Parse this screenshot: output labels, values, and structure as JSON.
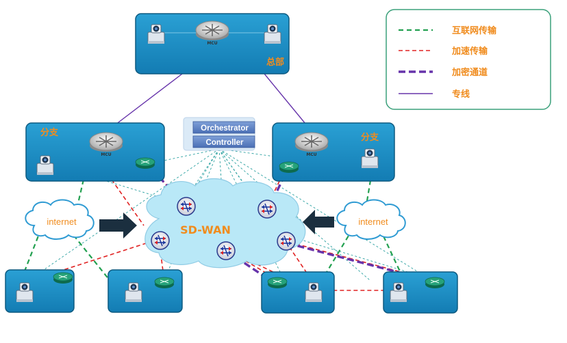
{
  "hq": {
    "label": "总部",
    "mcu_label": "MCU"
  },
  "branch_left": {
    "label": "分支",
    "mcu_label": "MCU"
  },
  "branch_right": {
    "label": "分支",
    "mcu_label": "MCU"
  },
  "orchestrator": {
    "line1": "Orchestrator",
    "line2": "Controller"
  },
  "sdwan": {
    "label": "SD-WAN"
  },
  "internet_left": {
    "label": "internet"
  },
  "internet_right": {
    "label": "internet"
  },
  "legend": {
    "items": [
      {
        "label": "互联网传输",
        "style": "green-dashed",
        "color": "#22a050"
      },
      {
        "label": "加速传输",
        "style": "red-dashed",
        "color": "#e02020"
      },
      {
        "label": "加密通道",
        "style": "purple-thick-dashed",
        "color": "#6633aa"
      },
      {
        "label": "专线",
        "style": "purple-solid",
        "color": "#6633aa"
      }
    ]
  },
  "colors": {
    "site_fill": "#1f8fc5",
    "site_stroke": "#0d5a80",
    "label_orange": "#f08c1e",
    "cloud_fill": "#b9e8f7",
    "arrow_dark": "#1b2f3f"
  },
  "icons": {
    "camera": "video-camera-icon",
    "mcu": "mcu-router-icon",
    "router": "router-icon",
    "switch": "sdwan-switch-icon",
    "cloud": "cloud-icon",
    "arrow": "arrow-icon"
  }
}
